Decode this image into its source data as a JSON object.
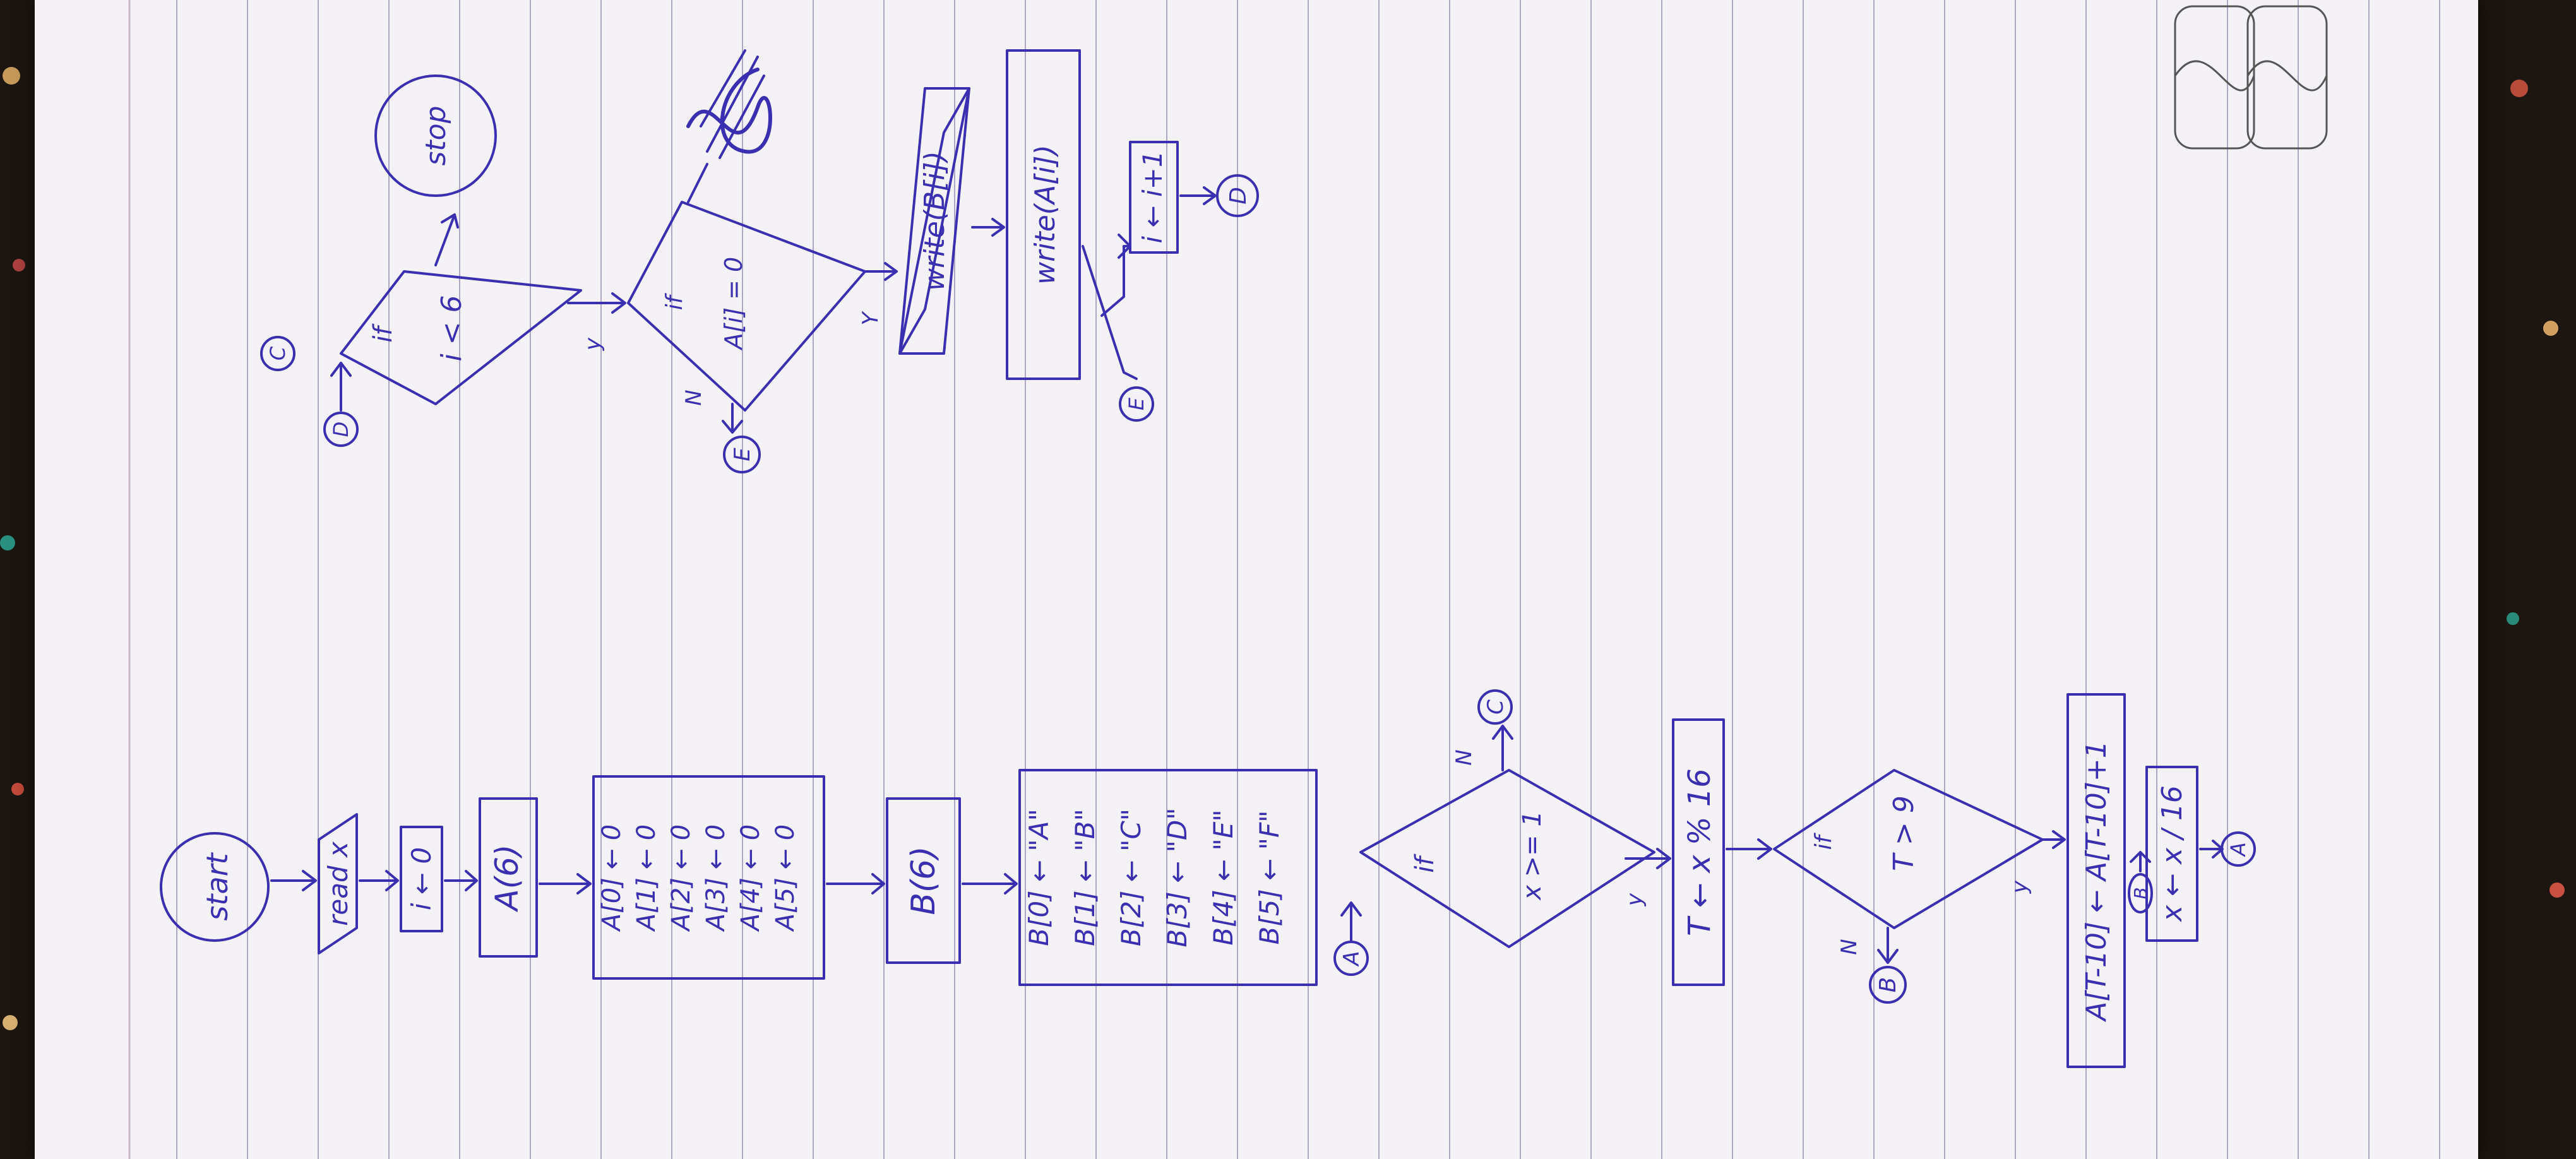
{
  "colors": {
    "ink": "#3a2fb0",
    "paper": "#f4f2f7",
    "rule_line": "#a9a6c8",
    "table": "#1c1510"
  },
  "flowchart": {
    "start": "start",
    "read": "read x",
    "init_i": "i ← 0",
    "array_a": "A(6)",
    "a_init": [
      "A[0] ← 0",
      "A[1] ← 0",
      "A[2] ← 0",
      "A[3] ← 0",
      "A[4] ← 0",
      "A[5] ← 0"
    ],
    "array_b": "B(6)",
    "b_init": [
      "B[0] ← \"A\"",
      "B[1] ← \"B\"",
      "B[2] ← \"C\"",
      "B[3] ← \"D\"",
      "B[4] ← \"E\"",
      "B[5] ← \"F\""
    ],
    "conn_a": "A",
    "cond1": {
      "label": "if",
      "expr": "x >= 1",
      "no": "N",
      "yes": "y",
      "to": "C"
    },
    "assign_t": "T ← x % 16",
    "cond2": {
      "label": "if",
      "expr": "T > 9",
      "no": "N",
      "yes": "y",
      "to": "B"
    },
    "assign_a": "A[T-10] ← A[T-10]+1",
    "conn_b": "B",
    "assign_x": "x ← x / 16",
    "conn_a2": "A",
    "conn_c": "C",
    "conn_d": "D",
    "cond3": {
      "label": "if",
      "expr": "i < 6",
      "yes": "y"
    },
    "stop": "stop",
    "cond4": {
      "label": "if",
      "expr": "A[i] = 0",
      "no": "N",
      "yes": "Y"
    },
    "conn_e": "E",
    "write_b": "write(B[i])",
    "write_a": "write(A[i])",
    "inc_i": "i ← i+1",
    "conn_e2": "E",
    "conn_d2": "D"
  }
}
